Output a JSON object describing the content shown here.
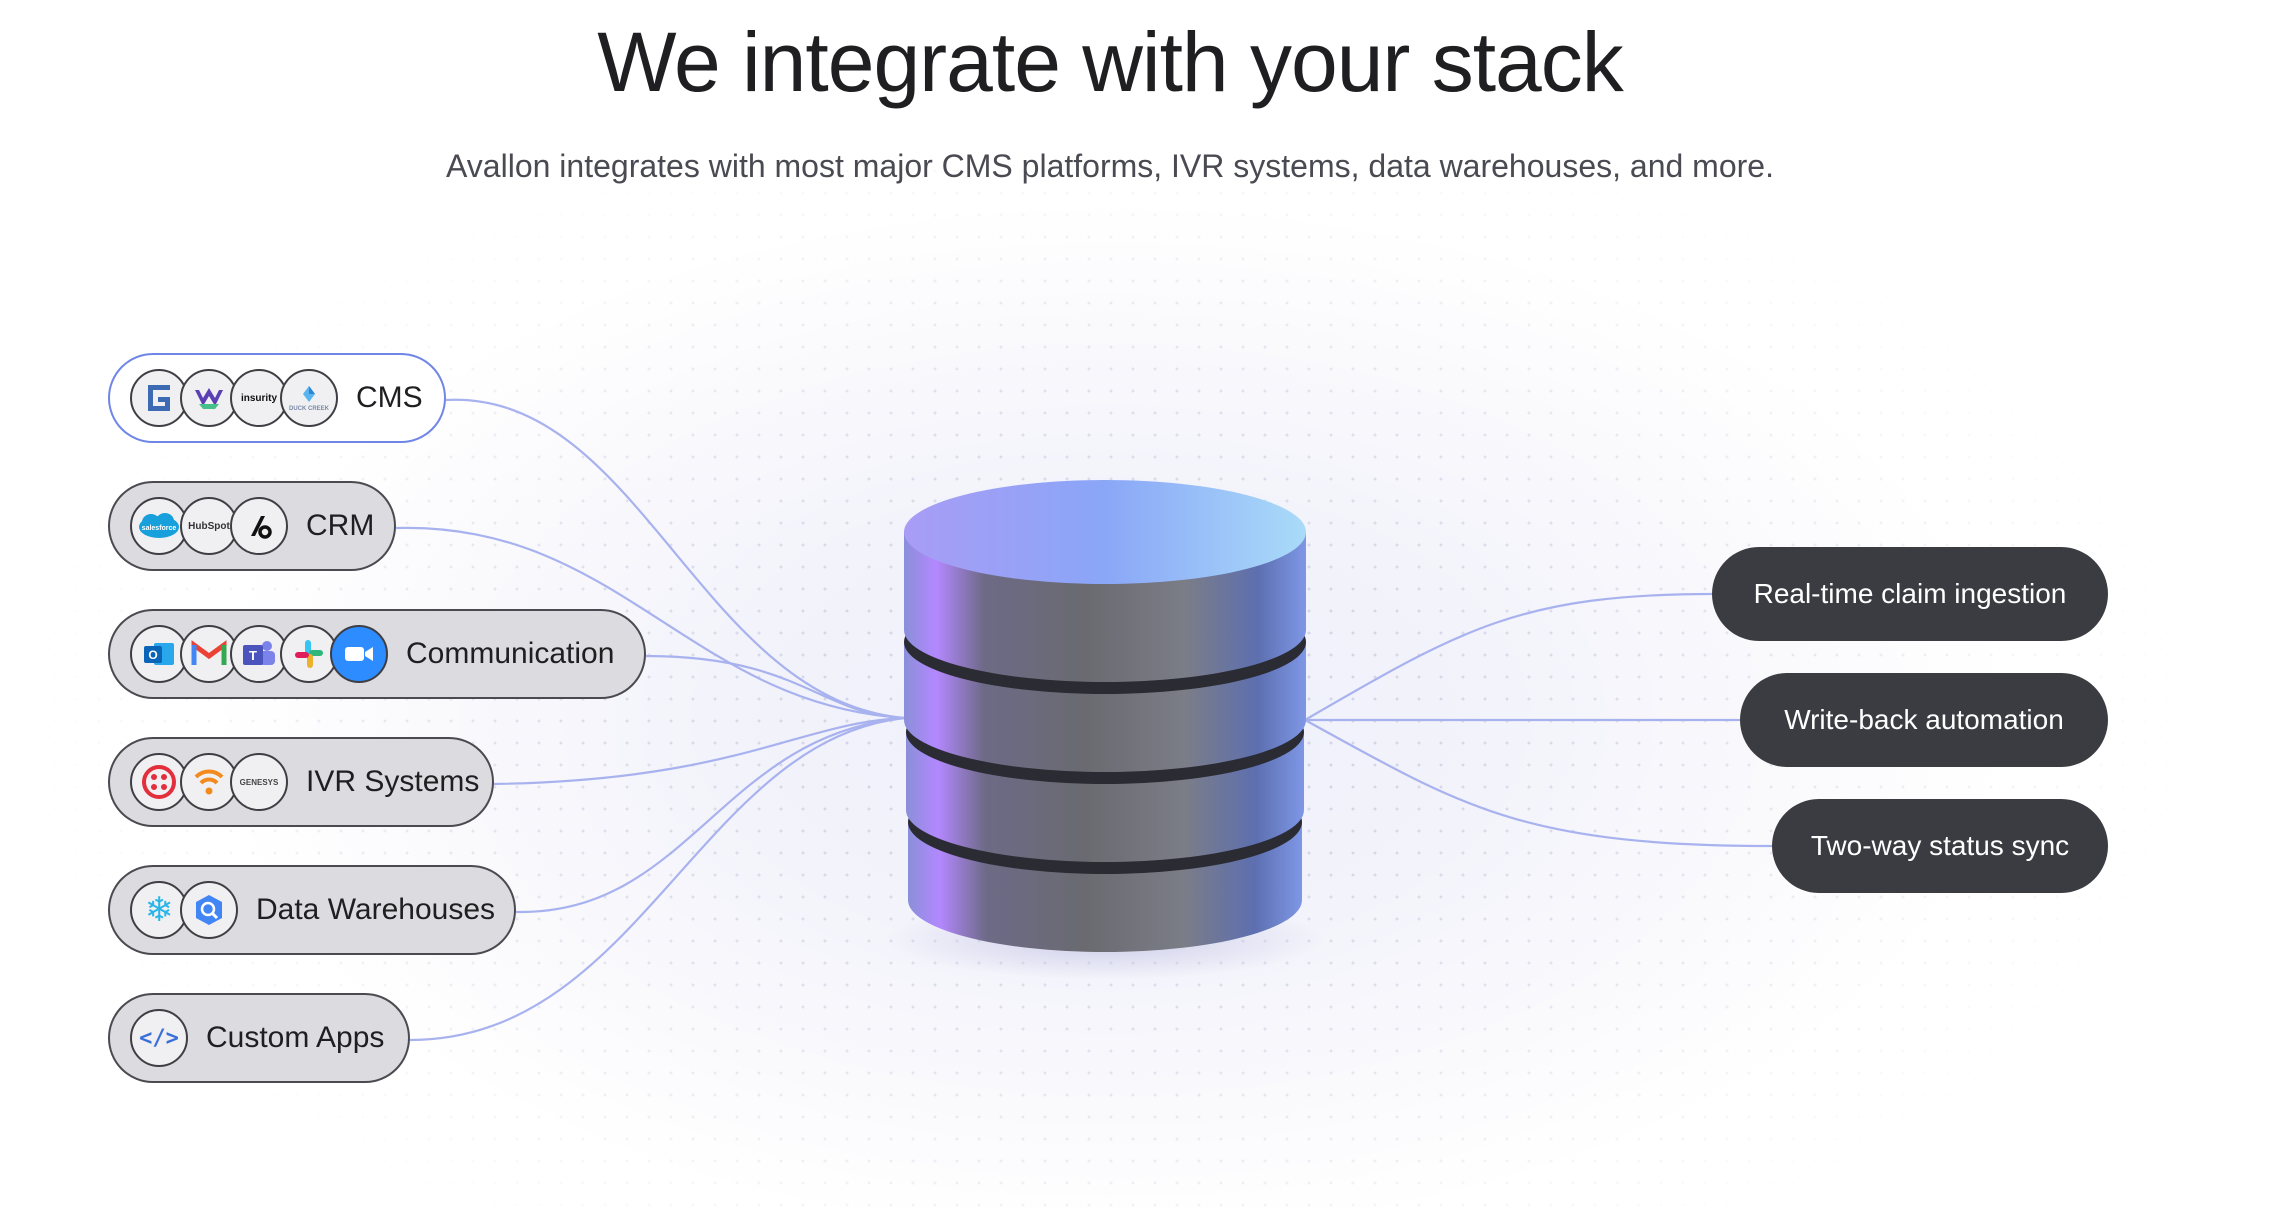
{
  "header": {
    "title": "We integrate with your stack",
    "subtitle": "Avallon integrates with most major CMS platforms, IVR systems, data warehouses, and more."
  },
  "categories": [
    {
      "label": "CMS",
      "icons": [
        {
          "name": "guidewire-icon",
          "text": "G"
        },
        {
          "name": "majesco-icon",
          "text": "M"
        },
        {
          "name": "insurity-icon",
          "text": "insurity"
        },
        {
          "name": "duck-creek-icon",
          "text": "DUCK CREEK"
        }
      ]
    },
    {
      "label": "CRM",
      "icons": [
        {
          "name": "salesforce-icon",
          "text": "salesforce"
        },
        {
          "name": "hubspot-icon",
          "text": "HubSpot"
        },
        {
          "name": "applied-epic-icon",
          "text": "&"
        }
      ]
    },
    {
      "label": "Communication",
      "icons": [
        {
          "name": "outlook-icon",
          "text": "O"
        },
        {
          "name": "gmail-icon",
          "text": "M"
        },
        {
          "name": "teams-icon",
          "text": "T"
        },
        {
          "name": "slack-icon",
          "text": "#"
        },
        {
          "name": "zoom-icon",
          "text": ""
        }
      ]
    },
    {
      "label": "IVR Systems",
      "icons": [
        {
          "name": "twilio-icon",
          "text": ""
        },
        {
          "name": "wifi-signal-icon",
          "text": ""
        },
        {
          "name": "genesys-icon",
          "text": "GENESYS"
        }
      ]
    },
    {
      "label": "Data Warehouses",
      "icons": [
        {
          "name": "snowflake-icon",
          "text": "❄"
        },
        {
          "name": "bigquery-icon",
          "text": ""
        }
      ]
    },
    {
      "label": "Custom Apps",
      "icons": [
        {
          "name": "code-icon",
          "text": "</>"
        }
      ]
    }
  ],
  "outputs": [
    {
      "label": "Real-time claim ingestion"
    },
    {
      "label": "Write-back automation"
    },
    {
      "label": "Two-way status sync"
    }
  ],
  "center": {
    "icon": "database-icon"
  },
  "colors": {
    "connector": "#a8b2ee",
    "active_border": "#6f86e6",
    "pill_bg": "#dcdce0",
    "output_bg": "#3b3c41"
  }
}
